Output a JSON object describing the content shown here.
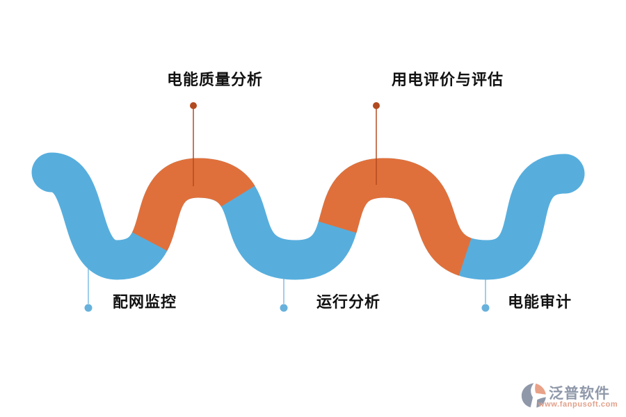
{
  "figure": {
    "background": "#ffffff",
    "wave": {
      "blue": "#57AEDD",
      "orange": "#E0703B"
    },
    "connector": {
      "orange_line": "#B24A20",
      "orange_dot": "#B24A20",
      "blue_line": "#7FBDE3",
      "blue_dot": "#67B1DC"
    },
    "label_color": "#111111"
  },
  "callouts": {
    "top": [
      {
        "label": "电能质量分析"
      },
      {
        "label": "用电评价与评估"
      }
    ],
    "bottom": [
      {
        "label": "配网监控"
      },
      {
        "label": "运行分析"
      },
      {
        "label": "电能审计"
      }
    ]
  },
  "logo": {
    "brand": "泛普软件",
    "url": "www.fanpusoft.com",
    "brand_color": "#8F98A9",
    "url_color": "#E2A08A",
    "icon_gray": "#8F98A9",
    "icon_salmon": "#E8A287"
  }
}
